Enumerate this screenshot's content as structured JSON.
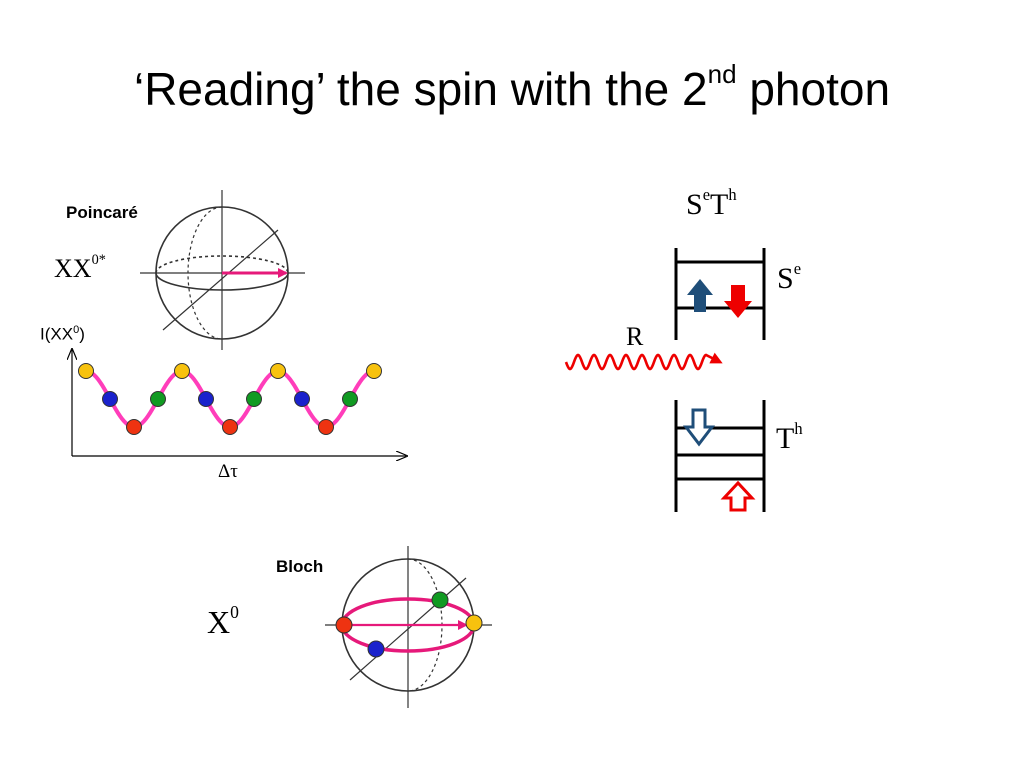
{
  "title": {
    "main": "‘Reading’ the spin with the 2",
    "sup": "nd",
    "tail": " photon"
  },
  "poincare": {
    "label": "Poincaré",
    "state": "XX",
    "state_sup": "0*"
  },
  "intensity": {
    "ylabel": "I(XX",
    "ylabel_sup": "0",
    "ylabel_tail": ")",
    "xlabel": "Δτ"
  },
  "bloch": {
    "label": "Bloch",
    "state": "X",
    "state_sup": "0"
  },
  "levels": {
    "top_label": "S",
    "top_label_sup1": "e",
    "top_label_mid": "T",
    "top_label_sup2": "h",
    "se_label": "S",
    "se_sup": "e",
    "th_label": "T",
    "th_sup": "h",
    "photon_label": "R"
  },
  "colors": {
    "magenta": "#e6197a",
    "wave": "#ff3dba",
    "red_dot": "#ee3311",
    "blue_dot": "#1a22cc",
    "green_dot": "#119a22",
    "yellow_dot": "#f7c20e",
    "arrow_blue": "#1f4e79",
    "arrow_red": "#ee0000"
  },
  "chart_data": {
    "type": "line",
    "xlabel": "Δτ",
    "ylabel": "I(XX0)",
    "series": [
      {
        "marker_color_cycle": [
          "yellow",
          "blue",
          "red",
          "green"
        ],
        "periods": 3
      }
    ]
  }
}
